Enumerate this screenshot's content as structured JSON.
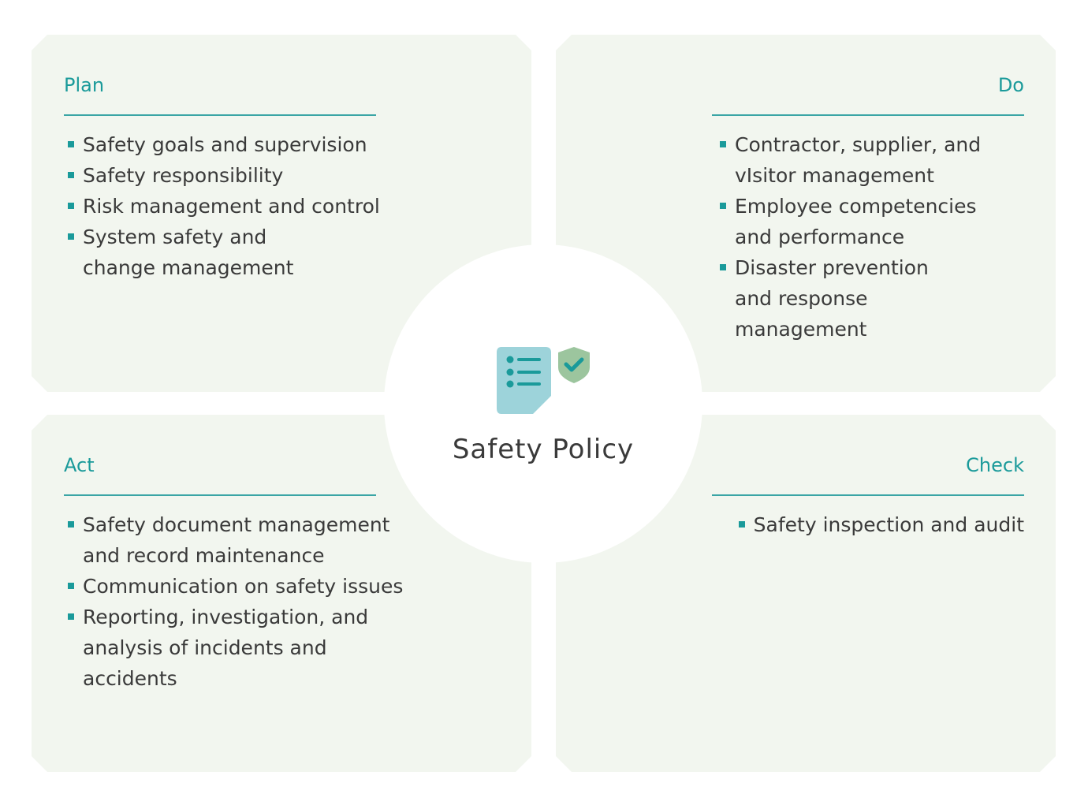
{
  "center": {
    "title": "Safety Policy"
  },
  "plan": {
    "title": "Plan",
    "items": [
      "Safety goals and supervision",
      "Safety responsibility",
      "Risk management and control",
      "System safety and change management"
    ]
  },
  "do": {
    "title": "Do",
    "items": [
      "Contractor, supplier, and vIsitor management",
      "Employee competencies  and performance",
      "Disaster prevention and response management"
    ]
  },
  "act": {
    "title": "Act",
    "items": [
      "Safety document management and record maintenance",
      "Communication on safety issues",
      "Reporting, investigation, and analysis of incidents and accidents"
    ]
  },
  "check": {
    "title": "Check",
    "items": [
      "Safety inspection and audit"
    ]
  },
  "colors": {
    "accent": "#1a9a9a",
    "panel": "#f2f6ef",
    "doc": "#9dd3da",
    "shield": "#9cc59e"
  }
}
